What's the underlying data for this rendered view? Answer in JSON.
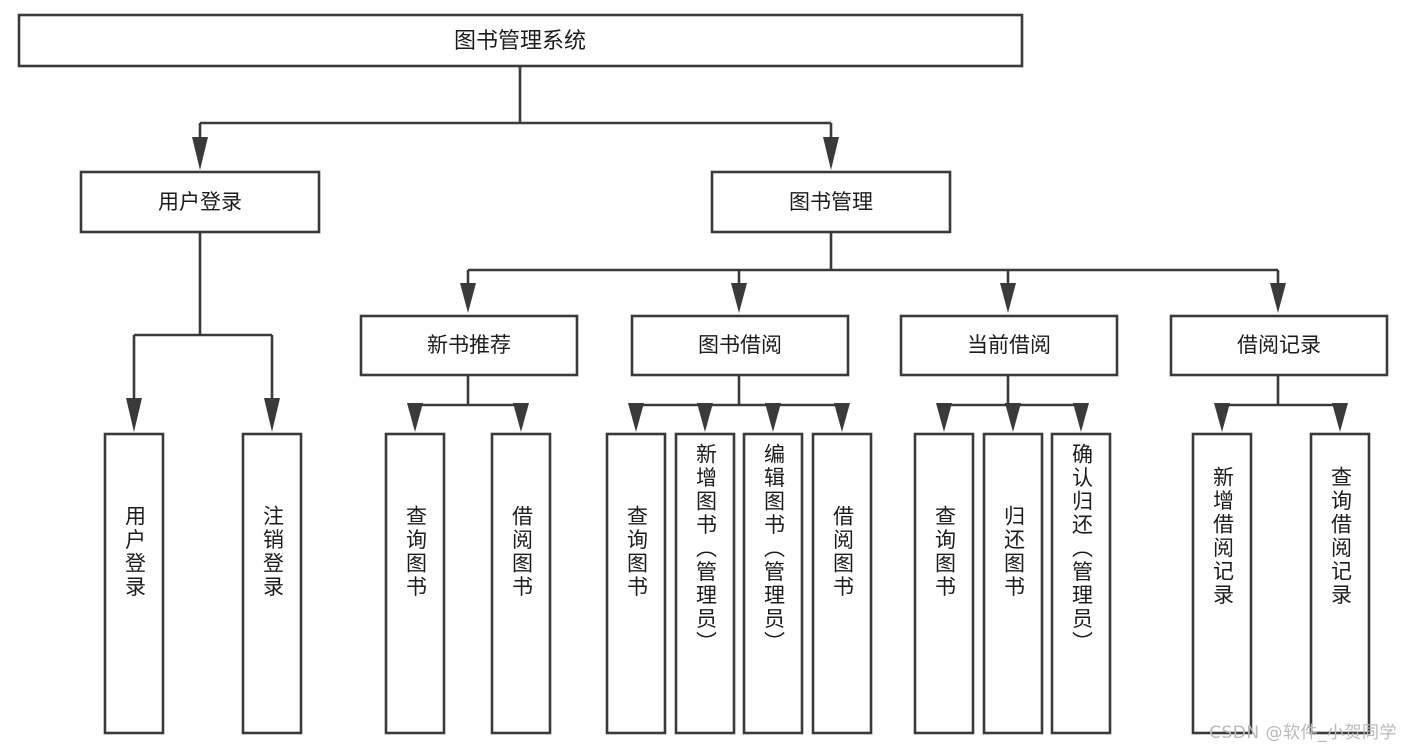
{
  "diagram": {
    "type": "tree-hierarchy",
    "title": "图书管理系统",
    "root": {
      "label": "图书管理系统"
    },
    "level2": [
      {
        "id": "user-login",
        "label": "用户登录"
      },
      {
        "id": "book-management",
        "label": "图书管理"
      }
    ],
    "level3": [
      {
        "id": "new-book-recommend",
        "label": "新书推荐",
        "parent": "book-management"
      },
      {
        "id": "book-borrow",
        "label": "图书借阅",
        "parent": "book-management"
      },
      {
        "id": "current-borrow",
        "label": "当前借阅",
        "parent": "book-management"
      },
      {
        "id": "borrow-record",
        "label": "借阅记录",
        "parent": "book-management"
      }
    ],
    "leaves": {
      "user-login": [
        {
          "id": "leaf-user-login",
          "label": "用户登录"
        },
        {
          "id": "leaf-logout-login",
          "label": "注销登录"
        }
      ],
      "new-book-recommend": [
        {
          "id": "leaf-query-book-1",
          "label": "查询图书"
        },
        {
          "id": "leaf-borrow-book-1",
          "label": "借阅图书"
        }
      ],
      "book-borrow": [
        {
          "id": "leaf-query-book-2",
          "label": "查询图书"
        },
        {
          "id": "leaf-add-book",
          "label": "新增图书（管理员）"
        },
        {
          "id": "leaf-edit-book",
          "label": "编辑图书（管理员）"
        },
        {
          "id": "leaf-borrow-book-2",
          "label": "借阅图书"
        }
      ],
      "current-borrow": [
        {
          "id": "leaf-query-book-3",
          "label": "查询图书"
        },
        {
          "id": "leaf-return-book",
          "label": "归还图书"
        },
        {
          "id": "leaf-confirm-return",
          "label": "确认归还（管理员）"
        }
      ],
      "borrow-record": [
        {
          "id": "leaf-add-record",
          "label": "新增借阅记录"
        },
        {
          "id": "leaf-query-record",
          "label": "查询借阅记录"
        }
      ]
    }
  },
  "watermark": {
    "text": "CSDN @软件_小贺同学"
  },
  "colors": {
    "stroke": "#3a3a3a",
    "fill": "#ffffff",
    "text": "#1c1c1c",
    "watermark": "#b9b9b9"
  }
}
